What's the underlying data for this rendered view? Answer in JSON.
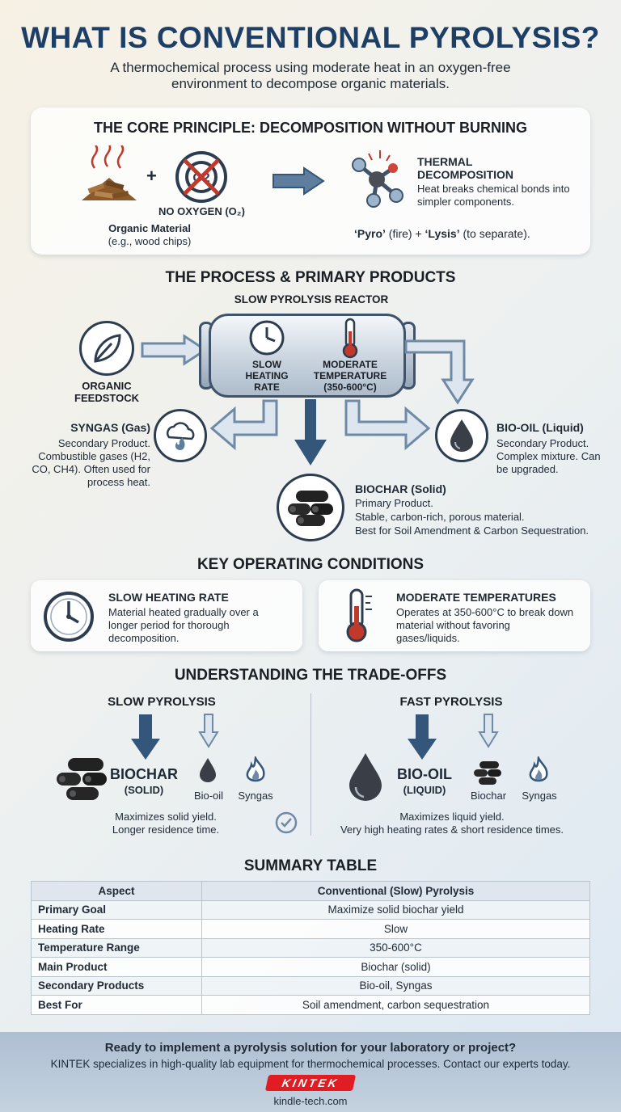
{
  "title": "WHAT IS CONVENTIONAL PYROLYSIS?",
  "subtitle": "A thermochemical process using moderate heat in an oxygen-free environment to decompose organic materials.",
  "core": {
    "heading": "THE CORE PRINCIPLE: DECOMPOSITION WITHOUT BURNING",
    "organic_title": "Organic Material",
    "organic_sub": "(e.g., wood chips)",
    "plus": "+",
    "no_oxygen": "NO OXYGEN (O₂)",
    "oxygen_symbol": "O2",
    "thermal_title": "THERMAL DECOMPOSITION",
    "thermal_text": "Heat breaks chemical bonds into simpler components.",
    "pyro_part": "‘Pyro’",
    "pyro_meaning": " (fire) + ",
    "lysis_part": "‘Lysis’",
    "lysis_meaning": " (to separate)."
  },
  "process": {
    "heading": "THE PROCESS & PRIMARY PRODUCTS",
    "reactor_label": "SLOW PYROLYSIS REACTOR",
    "slow_heating": "SLOW HEATING RATE",
    "moderate_temp": "MODERATE TEMPERATURE",
    "temp_range": "(350-600°C)",
    "feedstock": "ORGANIC FEEDSTOCK",
    "syngas_title": "SYNGAS",
    "syngas_type": " (Gas)",
    "syngas_text": "Secondary Product. Combustible gases (H2, CO, CH4). Often used for process heat.",
    "biooil_title": "BIO-OIL",
    "biooil_type": " (Liquid)",
    "biooil_text": "Secondary Product. Complex mixture. Can be upgraded.",
    "biochar_title": "BIOCHAR",
    "biochar_type": " (Solid)",
    "biochar_l1": "Primary Product.",
    "biochar_l2": "Stable, carbon-rich, porous material.",
    "biochar_l3": "Best for Soil Amendment & Carbon Sequestration."
  },
  "conditions": {
    "heading": "KEY OPERATING CONDITIONS",
    "c1_title": "SLOW HEATING RATE",
    "c1_text": "Material heated gradually over a longer period for thorough decomposition.",
    "c2_title": "MODERATE TEMPERATURES",
    "c2_text": "Operates at 350-600°C to break down material without favoring gases/liquids."
  },
  "tradeoffs": {
    "heading": "UNDERSTANDING THE TRADE-OFFS",
    "slow_title": "SLOW PYROLYSIS",
    "slow_main": "BIOCHAR",
    "slow_main_sub": "(SOLID)",
    "slow_minor1": "Bio-oil",
    "slow_minor2": "Syngas",
    "slow_text1": "Maximizes solid yield.",
    "slow_text2": "Longer residence time.",
    "fast_title": "FAST PYROLYSIS",
    "fast_main": "BIO-OIL",
    "fast_main_sub": "(LIQUID)",
    "fast_minor1": "Biochar",
    "fast_minor2": "Syngas",
    "fast_text1": "Maximizes liquid yield.",
    "fast_text2": "Very high heating rates & short residence times."
  },
  "summary": {
    "heading": "SUMMARY TABLE",
    "col1": "Aspect",
    "col2": "Conventional (Slow) Pyrolysis",
    "rows": [
      {
        "aspect": "Primary Goal",
        "value": "Maximize solid biochar yield"
      },
      {
        "aspect": "Heating Rate",
        "value": "Slow"
      },
      {
        "aspect": "Temperature Range",
        "value": "350-600°C"
      },
      {
        "aspect": "Main Product",
        "value": "Biochar (solid)"
      },
      {
        "aspect": "Secondary Products",
        "value": "Bio-oil, Syngas"
      },
      {
        "aspect": "Best For",
        "value": "Soil amendment, carbon sequestration"
      }
    ]
  },
  "footer": {
    "headline": "Ready to implement a pyrolysis solution for your laboratory or project?",
    "text": "KINTEK specializes in high-quality lab equipment for thermochemical processes. Contact our experts today.",
    "logo": "KINTEK",
    "url": "kindle-tech.com"
  },
  "colors": {
    "title": "#1d3f66",
    "arrow": "#6f8aa6",
    "arrow_dark": "#34567a",
    "accent_red": "#e11d24"
  }
}
